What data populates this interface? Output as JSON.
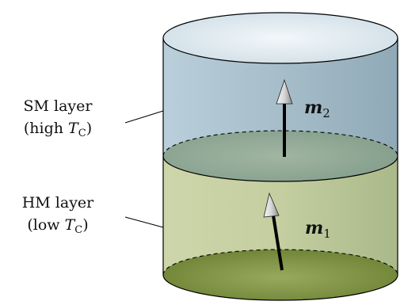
{
  "layers": [
    {
      "id": "sm",
      "name": "SM layer",
      "paren_open": "(high ",
      "symbol": "T",
      "subscript": "C",
      "paren_close": ")",
      "vector_symbol": "m",
      "vector_subscript": "2",
      "arrow_tilt_deg": 0
    },
    {
      "id": "hm",
      "name": "HM layer",
      "paren_open": "(low ",
      "symbol": "T",
      "subscript": "C",
      "paren_close": ")",
      "vector_symbol": "m",
      "vector_subscript": "1",
      "arrow_tilt_deg": -12
    }
  ],
  "colors": {
    "top_layer": "#aabfca",
    "top_cap": "#dde9ef",
    "bottom_layer": "#c6cfa4",
    "bottom_floor": "#7c8f44",
    "outline": "#000000"
  }
}
